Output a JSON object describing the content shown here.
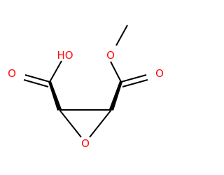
{
  "molecule": {
    "atoms": {
      "hydroxyl": "HO",
      "carbonyl_left": "O",
      "ether": "O",
      "carbonyl_right": "O",
      "ester": "O"
    },
    "colors": {
      "heteroatom": "#ff0d0d",
      "bond": "#000000"
    }
  }
}
